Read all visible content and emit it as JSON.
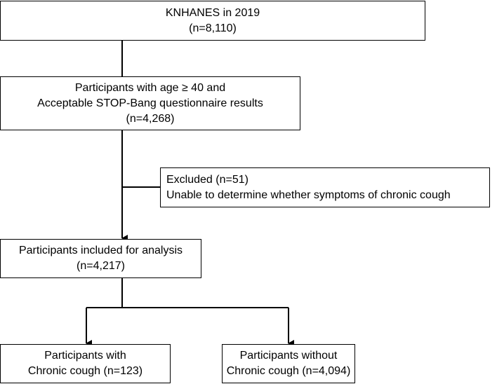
{
  "boxes": {
    "source": {
      "line1": "KNHANES in 2019",
      "line2": "(n=8,110)"
    },
    "eligible": {
      "line1": "Participants with age ≥ 40 and",
      "line2": "Acceptable STOP-Bang questionnaire results",
      "line3": "(n=4,268)"
    },
    "excluded": {
      "line1": "Excluded (n=51)",
      "line2": "Unable to determine whether symptoms of chronic cough"
    },
    "included": {
      "line1": "Participants included for analysis",
      "line2": "(n=4,217)"
    },
    "with_cough": {
      "line1": "Participants with",
      "line2": "Chronic cough (n=123)"
    },
    "without_cough": {
      "line1": "Participants without",
      "line2": "Chronic cough (n=4,094)"
    }
  }
}
